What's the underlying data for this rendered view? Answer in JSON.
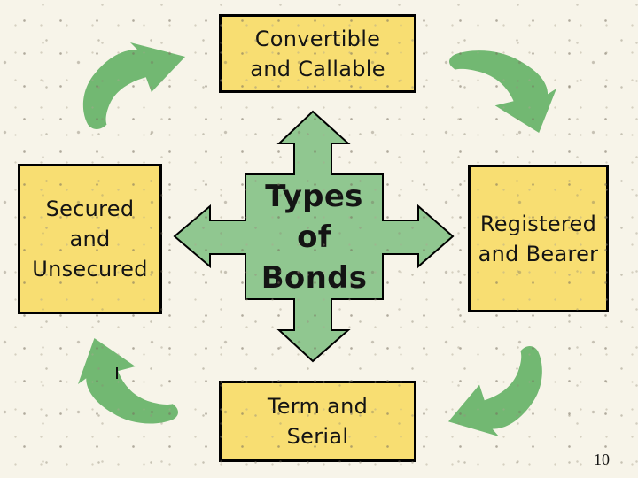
{
  "slide": {
    "page_number": "10",
    "center": {
      "lines": [
        "Types",
        "of",
        "Bonds"
      ]
    },
    "boxes": {
      "top": {
        "lines": [
          "Convertible",
          "and Callable"
        ]
      },
      "left": {
        "lines": [
          "Secured",
          "and",
          "Unsecured"
        ]
      },
      "right": {
        "lines": [
          "Registered",
          "and Bearer"
        ]
      },
      "bottom": {
        "lines": [
          "Term and",
          "Serial"
        ]
      }
    },
    "icons": {
      "center": "quad-arrow-icon",
      "corners": [
        "curved-arrow-top-left-icon",
        "curved-arrow-top-right-icon",
        "curved-arrow-bottom-right-icon",
        "curved-arrow-bottom-left-icon"
      ]
    },
    "colors": {
      "background": "#f7f4e9",
      "box_fill": "#f8de72",
      "box_border": "#000000",
      "cross_fill": "#90c790",
      "arrow_fill": "#72b872",
      "text": "#141414"
    }
  }
}
